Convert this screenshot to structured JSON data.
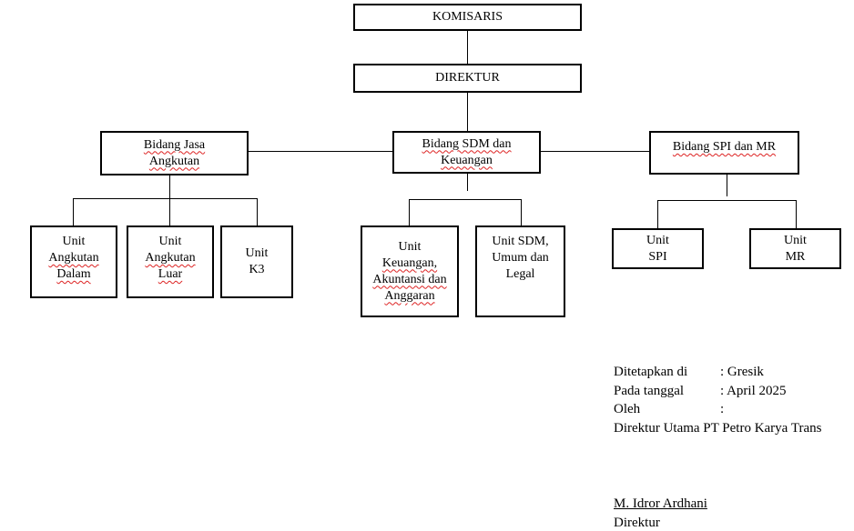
{
  "org_chart": {
    "komisaris": "KOMISARIS",
    "direktur": "DIREKTUR",
    "bidang_jasa": [
      "Bidang Jasa",
      "Angkutan"
    ],
    "bidang_sdm": [
      "Bidang SDM dan",
      "Keuangan"
    ],
    "bidang_spi": [
      "Bidang SPI dan MR"
    ],
    "unit_angkutan_dalam": [
      "Unit",
      "Angkutan",
      "Dalam"
    ],
    "unit_angkutan_luar": [
      "Unit",
      "Angkutan",
      "Luar"
    ],
    "unit_k3": [
      "Unit",
      "K3"
    ],
    "unit_keuangan": [
      "Unit",
      "Keuangan,",
      "Akuntansi dan",
      "Anggaran"
    ],
    "unit_sdm_umum": [
      "Unit SDM,",
      "Umum dan",
      "Legal"
    ],
    "unit_spi": [
      "Unit",
      "SPI"
    ],
    "unit_mr": [
      "Unit",
      "MR"
    ]
  },
  "signature": {
    "ditetapkan_label": "Ditetapkan di",
    "ditetapkan_value": ": Gresik",
    "tanggal_label": "Pada tanggal",
    "tanggal_value": ": April 2025",
    "oleh_label": "Oleh",
    "oleh_value": ":",
    "jabatan": "Direktur Utama PT Petro Karya Trans",
    "nama": "M. Idror Ardhani",
    "title": "Direktur"
  }
}
